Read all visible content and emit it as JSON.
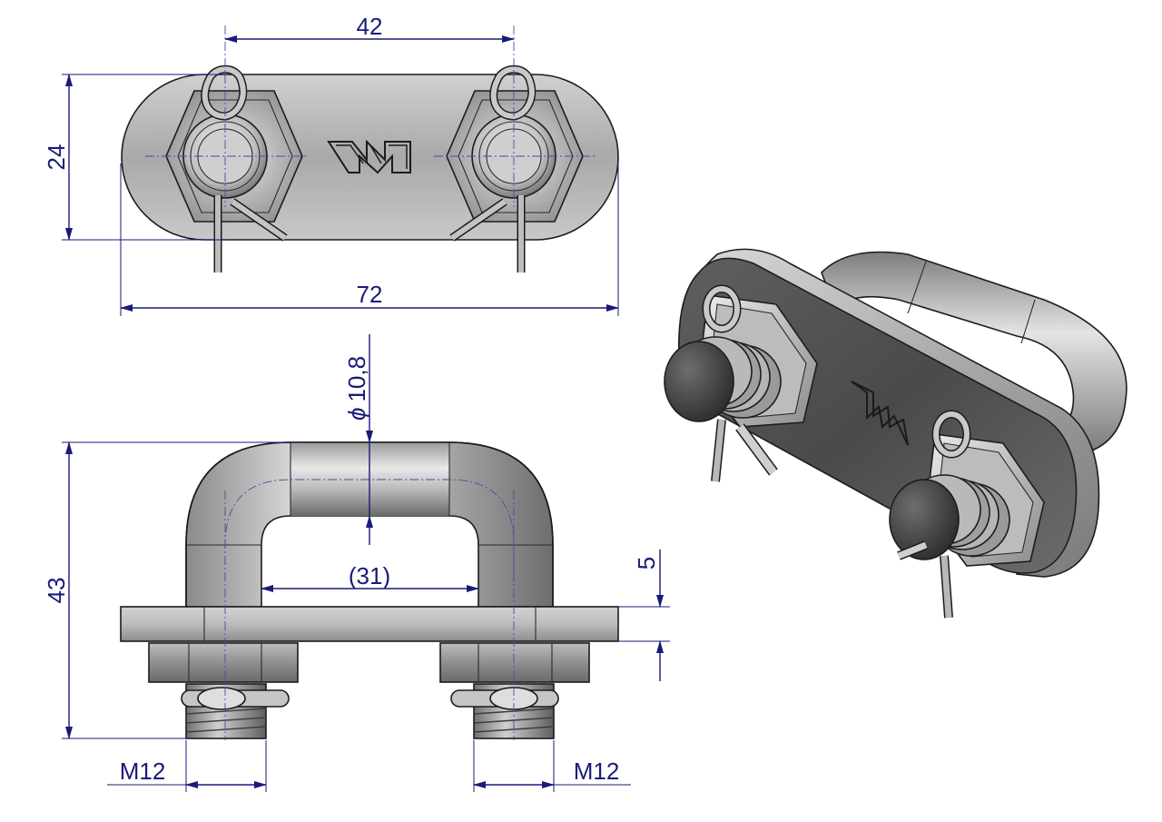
{
  "dimensions": {
    "top_view_pitch": "42",
    "top_view_height": "24",
    "top_view_length": "72",
    "diameter_symbol": "ϕ",
    "diameter_value": "10,8",
    "total_height": "43",
    "inner_width": "(31)",
    "plate_thickness": "5",
    "thread_left": "M12",
    "thread_right": "M12"
  },
  "colors": {
    "dimension": "#1a1a7a",
    "metal_light": "#e6e6e6",
    "metal_mid": "#b8b8b8",
    "metal_dark": "#5a5a5a",
    "edge": "#1c1c1c"
  },
  "icons": {
    "logo": "w-logo"
  }
}
